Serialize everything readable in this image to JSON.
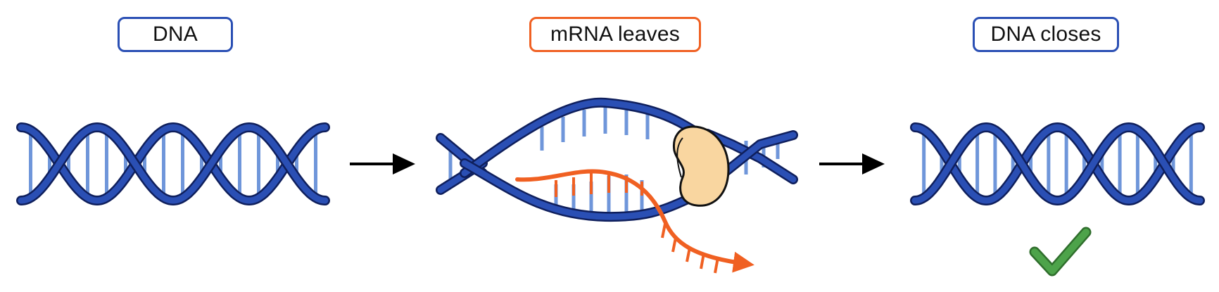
{
  "labels": {
    "stage1": "DNA",
    "stage2": "mRNA leaves",
    "stage3": "DNA closes"
  },
  "colors": {
    "dna_strand": "#2a4fb4",
    "dna_strand_outline": "#0f1f5c",
    "base_pair": "#6f96da",
    "mrna": "#f06022",
    "polymerase": "#f9d6a0",
    "check": "#4da34a",
    "arrow": "#000000",
    "box_blue": "#2a4fb4",
    "box_orange": "#f06022"
  },
  "icons": [
    "arrow-right-icon",
    "arrow-right-icon",
    "checkmark-icon"
  ]
}
